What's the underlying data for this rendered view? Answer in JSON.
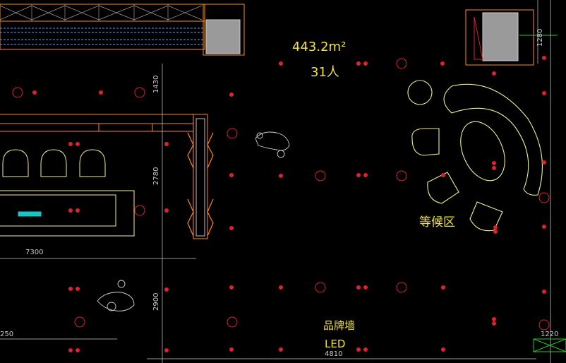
{
  "area_label": "443.2m²",
  "occupancy_label": "31人",
  "waiting_area_label": "等候区",
  "brand_wall_label": "品牌墙",
  "led_label": "LED",
  "dimensions": {
    "d1430": "1430",
    "d2780": "2780",
    "d2900": "2900",
    "d7300": "7300",
    "d4810": "4810",
    "d1220": "1220",
    "d1280": "1280",
    "d250": "250"
  },
  "colors": {
    "background": "#000000",
    "outline": "#ff8a1a",
    "furniture": "#f2ef8c",
    "lights": "#e0202a",
    "dimension": "#c8c8c8",
    "label": "#f2e33a",
    "column_fill": "#9a9a9a",
    "accent_green": "#22cc22",
    "accent_cyan": "#19c4c4"
  }
}
